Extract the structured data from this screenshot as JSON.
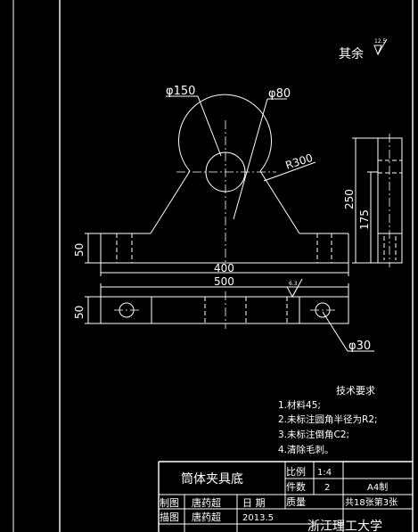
{
  "colors": {
    "background": "#000000",
    "lines": "#ffffff"
  },
  "surface_note": {
    "label": "其余",
    "roughness": "12.5"
  },
  "dimensions": {
    "front_phi150": "φ150",
    "front_phi80": "φ80",
    "front_r300": "R300",
    "front_height_50": "50",
    "front_width_400": "400",
    "side_250": "250",
    "side_175": "175",
    "top_length_500": "500",
    "top_height_50": "50",
    "top_roughness": "6.3",
    "top_hole_phi30": "φ30"
  },
  "tech_requirements": {
    "title": "技术要求",
    "items": [
      "1.材料45;",
      "2.未标注圆角半径为R2;",
      "3.未标注倒角C2;",
      "4.清除毛刺。"
    ]
  },
  "title_block": {
    "part_name": "筒体夹具底",
    "scale_label": "比例",
    "scale_value": "1:4",
    "quantity_label": "件数",
    "quantity_value": "2",
    "weight_label": "质量",
    "format": "A4制",
    "sheet_info": "共18张第3张",
    "draw_label": "制图",
    "draw_name": "唐药超",
    "date_label": "日 期",
    "trace_label": "描图",
    "trace_name": "唐药超",
    "trace_date": "2013.5",
    "school": "浙江理工大学"
  }
}
